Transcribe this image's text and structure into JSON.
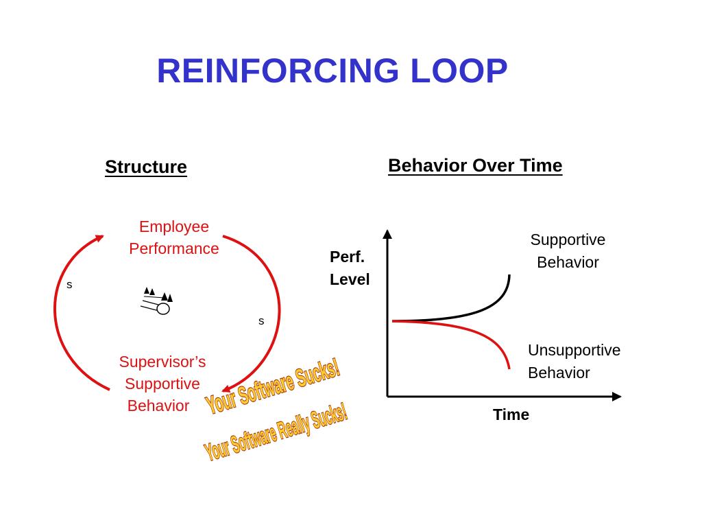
{
  "slide": {
    "title": "REINFORCING LOOP"
  },
  "structure": {
    "heading": "Structure",
    "nodes": {
      "employee_performance": [
        "Employee",
        "Performance"
      ],
      "supervisor_behavior": [
        "Supervisor’s",
        "Supportive",
        "Behavior"
      ]
    },
    "link_polarity_left": "s",
    "link_polarity_right": "s",
    "center_icon": "snowball-icon",
    "arrow_color": "#dd1111"
  },
  "behavior_over_time": {
    "heading": "Behavior Over Time",
    "y_axis_label": [
      "Perf.",
      "Level"
    ],
    "x_axis_label": "Time",
    "curves": {
      "supportive": [
        "Supportive",
        "Behavior"
      ],
      "unsupportive": [
        "Unsupportive",
        "Behavior"
      ]
    },
    "supportive_color": "#000000",
    "unsupportive_color": "#dd1111"
  },
  "wordart": {
    "line1": "Your Software Sucks!",
    "line2": "Your Software Really Sucks!",
    "fill_color": "#ffcc33",
    "outline_color": "#aa3300"
  },
  "colors": {
    "title": "#3333cc",
    "node_text": "#dd1111"
  }
}
